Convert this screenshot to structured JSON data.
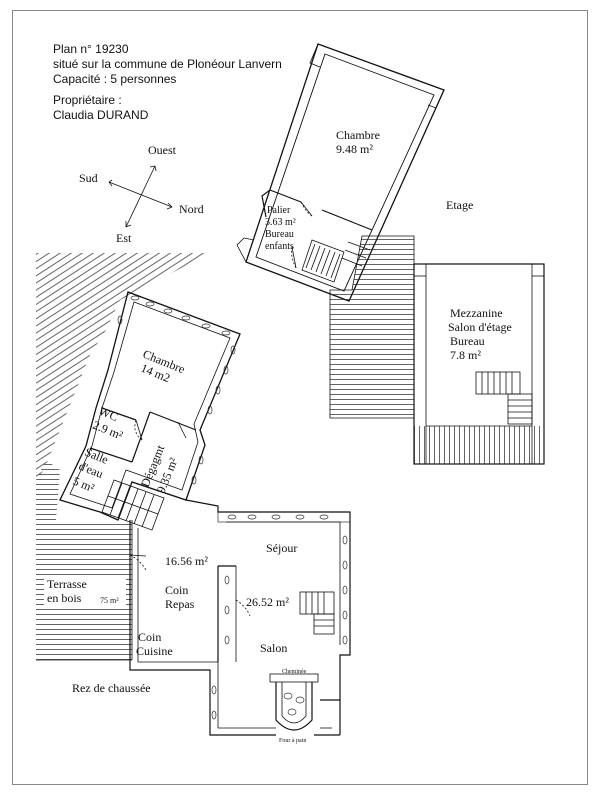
{
  "header": {
    "plan_number": "Plan n° 19230",
    "location": "situé sur la commune de Plonéour Lanvern",
    "capacity": "Capacité : 5 personnes",
    "owner_label": "Propriétaire :",
    "owner_name": "Claudia DURAND"
  },
  "compass": {
    "north": "Nord",
    "south": "Sud",
    "east": "Est",
    "west": "Ouest"
  },
  "floors": {
    "upper": "Etage",
    "ground": "Rez de chaussée"
  },
  "upper_rooms": {
    "chambre_name": "Chambre",
    "chambre_area": "9.48 m²",
    "palier_name": "Palier",
    "palier_area": "3.63 m²",
    "palier_extra1": "Bureau",
    "palier_extra2": "enfants",
    "mezz_name": "Mezzanine",
    "mezz_line2": "Salon d'étage",
    "mezz_line3": "Bureau",
    "mezz_area": "7.8 m²"
  },
  "ground_rooms": {
    "chambre_name": "Chambre",
    "chambre_area": "14 m2",
    "wc_name": "WC",
    "wc_area": "2.9 m²",
    "sdb_name1": "Salle",
    "sdb_name2": "d'eau",
    "sdb_area": "5 m²",
    "degag_name": "Dégagmt",
    "degag_area": "9.35 m²",
    "sejour_name": "Séjour",
    "repas_area": "16.56 m²",
    "repas_name1": "Coin",
    "repas_name2": "Repas",
    "salon_area": "26.52 m²",
    "salon_name": "Salon",
    "cuisine_name1": "Coin",
    "cuisine_name2": "Cuisine",
    "terrasse_name1": "Terrasse",
    "terrasse_name2": "en bois",
    "terrasse_area": "75 m²",
    "cheminee": "Cheminée",
    "four": "Four à pain"
  }
}
